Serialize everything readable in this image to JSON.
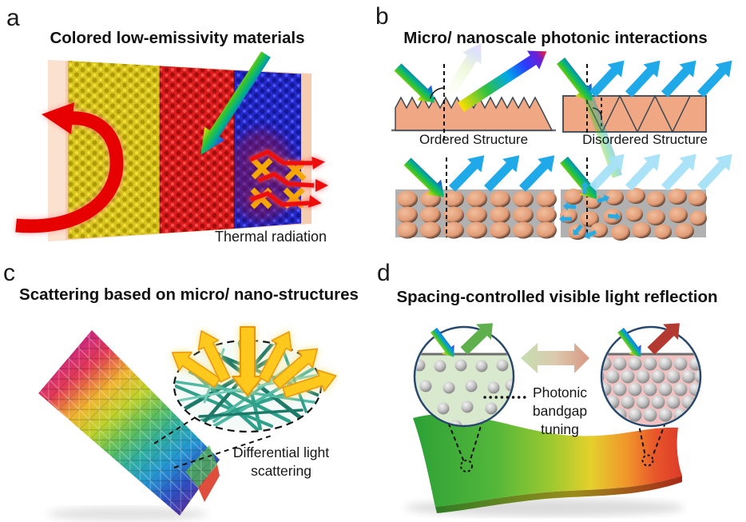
{
  "panels": {
    "a": {
      "label": "a",
      "title": "Colored low-emissivity materials",
      "thermal_radiation_label": "Thermal radiation"
    },
    "b": {
      "label": "b",
      "title": "Micro/ nanoscale photonic interactions",
      "ordered_label": "Ordered Structure",
      "disordered_label": "Disordered Structure"
    },
    "c": {
      "label": "c",
      "title": "Scattering based on micro/ nano-structures",
      "scattering_label": "Differential light scattering"
    },
    "d": {
      "label": "d",
      "title": "Spacing-controlled visible light reflection",
      "bandgap_label": "Photonic bandgap tuning"
    }
  },
  "colors": {
    "ink": "#111111",
    "accent_red": "#E60000",
    "yellow_section": "#D7C41F",
    "red_section": "#DC1D1D",
    "blue_section": "#2328C8",
    "backing_peach": "#F7CDAF",
    "salmon_slab": "#EFA883",
    "gray_slab": "#B1B1B1",
    "particle_orange": "#E09A74",
    "cyan_arrow": "#1FA9E8",
    "cyan_arrow_light": "#A5E2F8",
    "gold_arrow": "#FFC81E",
    "teal_fiber": "#2F9B85",
    "green_reflect_arrow": "#5FAF4C",
    "red_reflect_arrow": "#B43931",
    "circle_outline_navy": "#27486B",
    "sparse_circle_bg": "#D9E9CE",
    "dense_circle_bg": "#F3C1C1",
    "x_mark_orange": "#F5A800"
  }
}
